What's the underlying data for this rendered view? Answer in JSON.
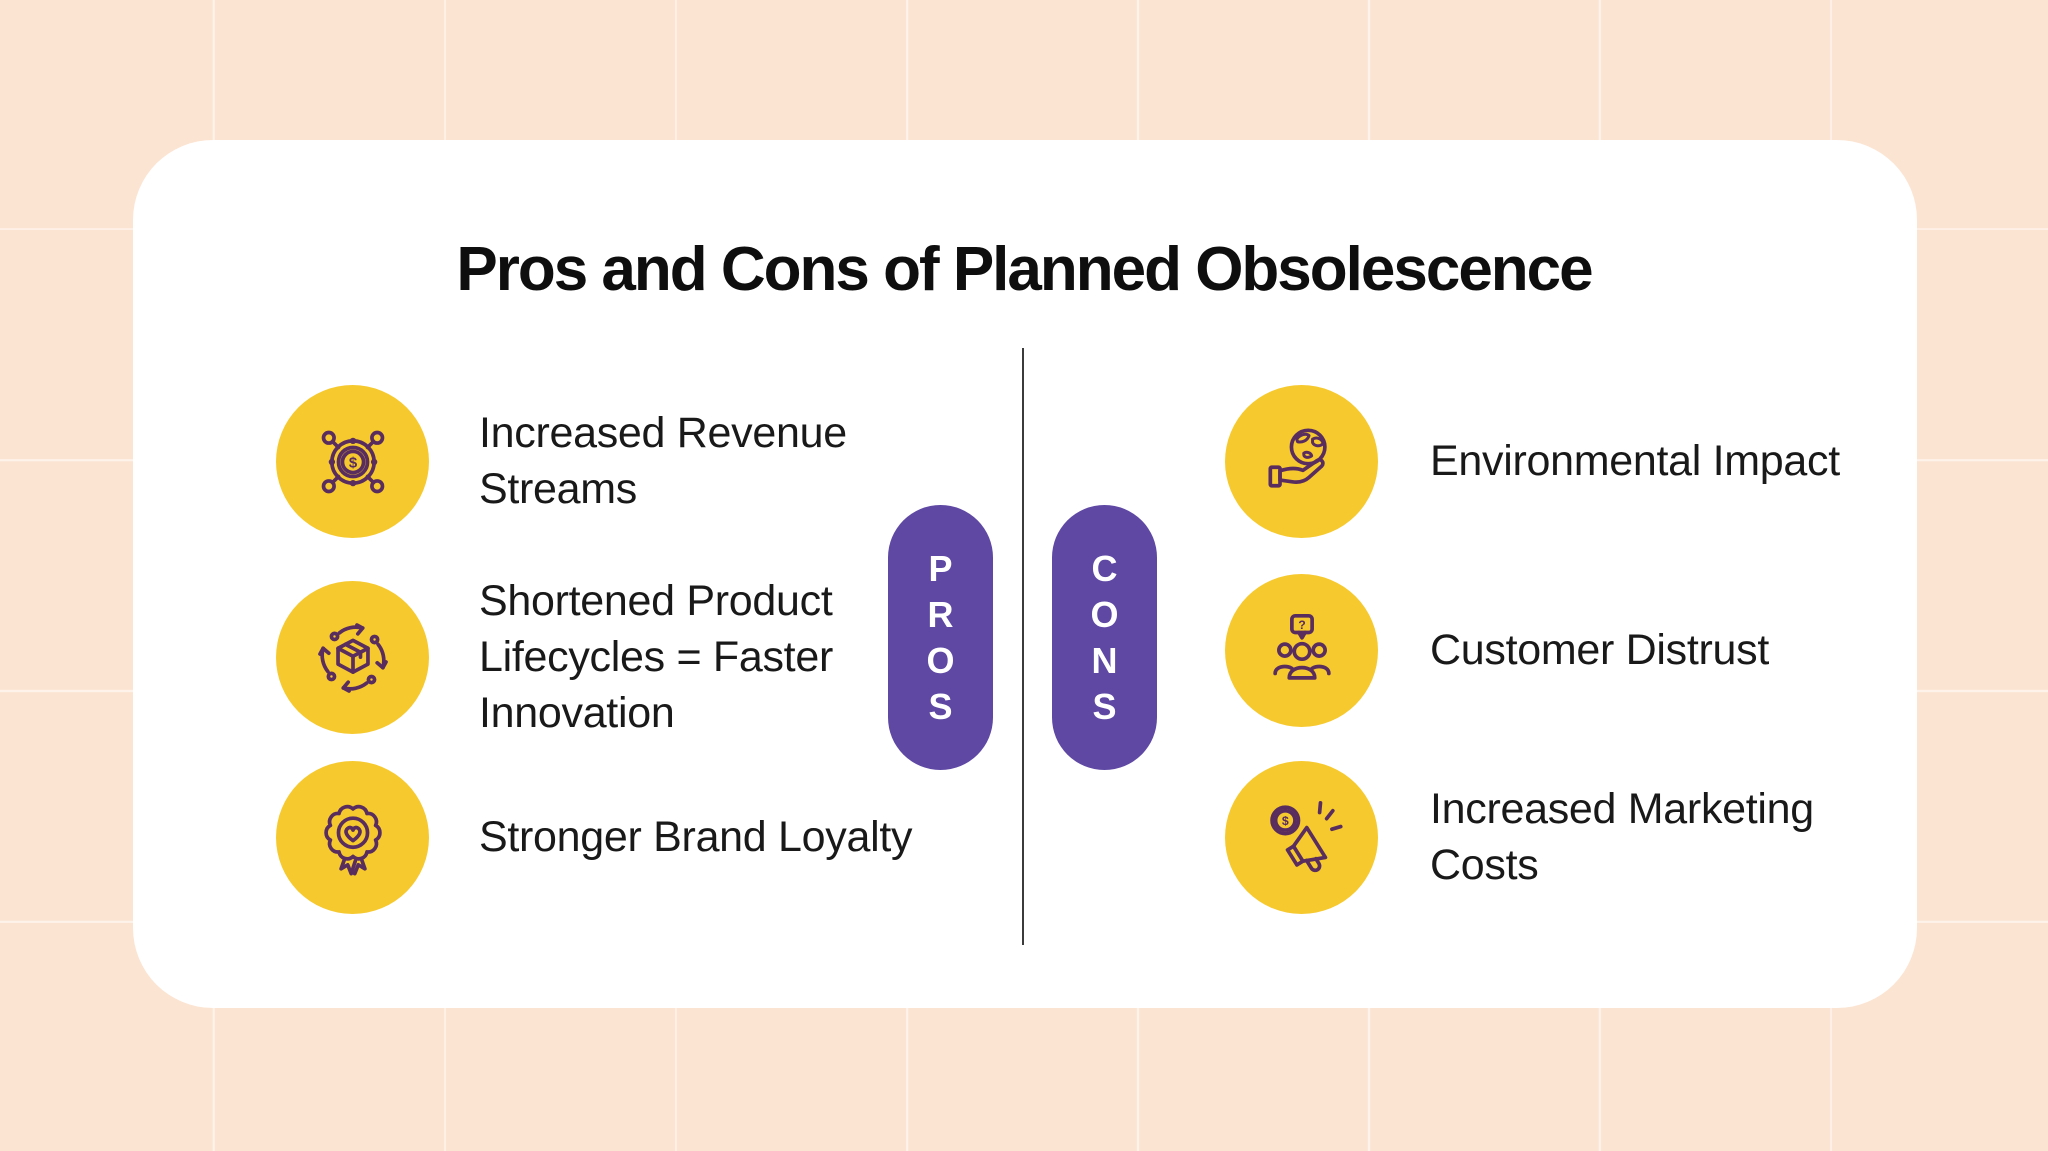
{
  "title": "Pros and Cons of Planned Obsolescence",
  "pros": {
    "label": "PROS",
    "items": [
      {
        "text": "Increased Revenue Streams",
        "icon": "revenue-network-icon"
      },
      {
        "text": "Shortened Product Lifecycles = Faster Innovation",
        "icon": "product-lifecycle-icon"
      },
      {
        "text": "Stronger Brand Loyalty",
        "icon": "award-heart-badge-icon"
      }
    ]
  },
  "cons": {
    "label": "CONS",
    "items": [
      {
        "text": "Environmental Impact",
        "icon": "hand-holding-globe-icon"
      },
      {
        "text": "Customer Distrust",
        "icon": "group-question-bubble-icon"
      },
      {
        "text": "Increased Marketing Costs",
        "icon": "megaphone-dollar-icon"
      }
    ]
  },
  "icon_glyphs": {
    "dollar": "$",
    "question": "?"
  },
  "colors": {
    "background": "#fce4d2",
    "grid_line": "#ffffff",
    "card": "#ffffff",
    "icon_circle": "#f6c92e",
    "icon_stroke": "#5a2d5f",
    "pill": "#5e48a4",
    "pill_text": "#ffffff",
    "divider": "#3b3b3b",
    "title_text": "#0e0e0e",
    "body_text": "#191919"
  }
}
